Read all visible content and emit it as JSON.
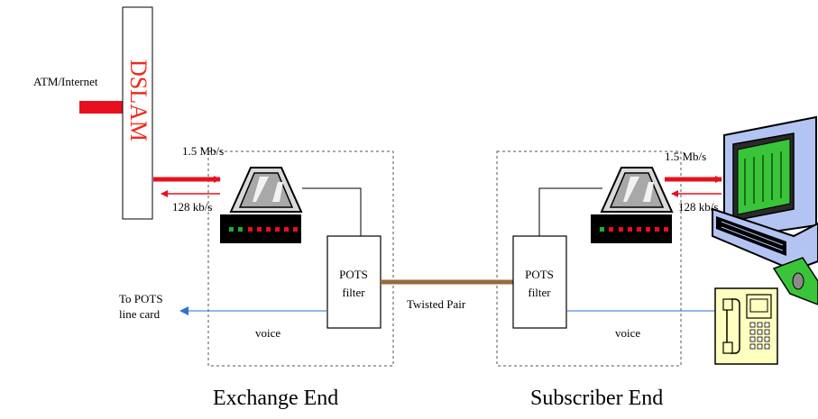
{
  "labels": {
    "atm_internet": "ATM/Internet",
    "dslam": "DSLAM",
    "exchange_down_rate": "1.5 Mb/s",
    "exchange_up_rate": "128 kb/s",
    "subscriber_down_rate": "1.5 Mb/s",
    "subscriber_up_rate": "128 kb/s",
    "pots_filter_line1": "POTS",
    "pots_filter_line2": "filter",
    "twisted_pair": "Twisted Pair",
    "to_pots_line1": "To POTS",
    "to_pots_line2": "line card",
    "voice": "voice",
    "exchange_end": "Exchange End",
    "subscriber_end": "Subscriber End"
  },
  "colors": {
    "data_link": "#e8101e",
    "voice_link": "#2f6fd6",
    "twisted_pair": "#9a6a3c",
    "dslam_text": "#ef2b1e",
    "phone_fill": "#ffffc0",
    "monitor_fill": "#b4c4f2",
    "screen_fill": "#39c43a"
  }
}
